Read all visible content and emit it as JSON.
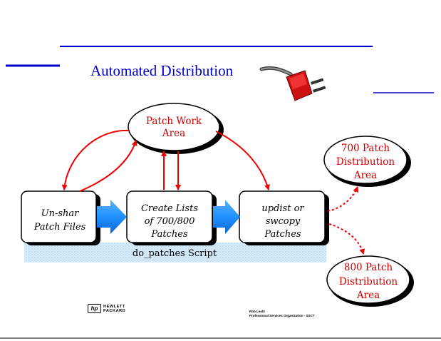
{
  "title": "Automated Distribution",
  "nodes": {
    "patch_work_area": [
      "Patch Work",
      "Area"
    ],
    "unshar": [
      "Un-shar",
      "Patch Files"
    ],
    "create_lists": [
      "Create Lists",
      "of 700/800",
      "Patches"
    ],
    "updist": [
      "updist or",
      "swcopy",
      "Patches"
    ],
    "dist_700": [
      "700 Patch",
      "Distribution",
      "Area"
    ],
    "dist_800": [
      "800 Patch",
      "Distribution",
      "Area"
    ]
  },
  "script_label": "do_patches Script",
  "logo": {
    "line1": "HEWLETT",
    "line2": "PACKARD",
    "mark": "hp"
  },
  "footer": {
    "author": "Rob Leahr",
    "org": "Professional Services Organization - SSCT"
  },
  "colors": {
    "title": "#0000cc",
    "node_text": "#cc0000",
    "arrows": "#ee0000",
    "block_arrows": "#1f8fff",
    "script_band": "#cfe8f8",
    "plug": "#cc1111"
  },
  "icons": [
    "power-plug-icon",
    "hp-logo"
  ]
}
